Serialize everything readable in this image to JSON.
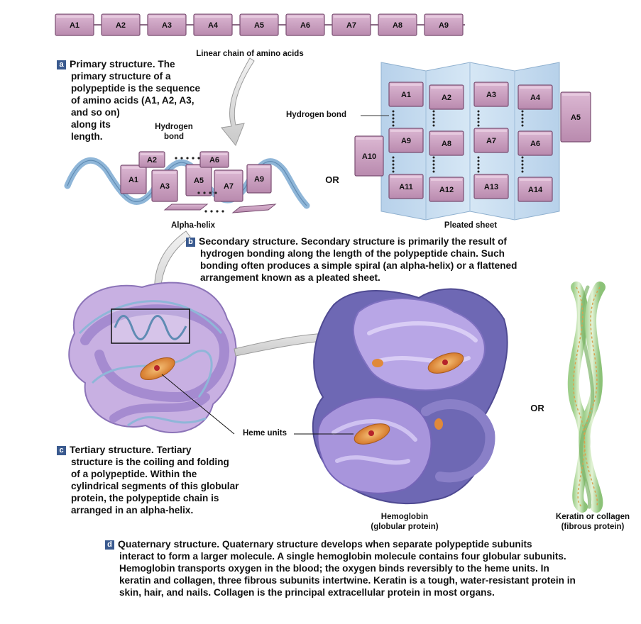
{
  "chain": [
    "A1",
    "A2",
    "A3",
    "A4",
    "A5",
    "A6",
    "A7",
    "A8",
    "A9"
  ],
  "labels": {
    "linear_chain": "Linear chain of amino acids",
    "hydrogen_bond_helix": "Hydrogen bond",
    "hydrogen_bond_sheet": "Hydrogen bond",
    "or1": "OR",
    "or2": "OR",
    "alpha_helix": "Alpha-helix",
    "pleated_sheet": "Pleated sheet",
    "heme_units": "Heme units",
    "hemoglobin": "Hemoglobin",
    "hemoglobin_sub": "(globular protein)",
    "keratin": "Keratin or collagen",
    "keratin_sub": "(fibrous protein)"
  },
  "helix_blocks": [
    "A1",
    "A2",
    "A3",
    "A5",
    "A6",
    "A7",
    "A9"
  ],
  "sheet": {
    "row1": [
      "A1",
      "A2",
      "A3",
      "A4"
    ],
    "row2": [
      "A9",
      "A8",
      "A7",
      "A6"
    ],
    "row3": [
      "A11",
      "A12",
      "A13",
      "A14"
    ],
    "side_right": "A5",
    "side_left": "A10"
  },
  "sections": {
    "a": {
      "tag": "a",
      "title": "Primary structure.",
      "lines": [
        "The",
        "primary structure of a",
        "polypeptide is the sequence",
        "of amino acids (A1, A2, A3,",
        "and so on)",
        "along its",
        "length."
      ]
    },
    "b": {
      "tag": "b",
      "title": "Secondary structure.",
      "lines": [
        "Secondary structure is primarily the result of",
        "hydrogen bonding along the length of the polypeptide chain. Such",
        "bonding often produces a simple spiral (an alpha-helix) or a flattened",
        "arrangement known as a pleated sheet."
      ]
    },
    "c": {
      "tag": "c",
      "title": "Tertiary structure.",
      "lines": [
        "Tertiary",
        "structure is the coiling and folding",
        "of a polypeptide. Within the",
        "cylindrical segments of this globular",
        "protein, the polypeptide chain is",
        "arranged in an alpha-helix."
      ]
    },
    "d": {
      "tag": "d",
      "title": "Quaternary structure.",
      "lines": [
        "Quaternary structure develops when separate polypeptide subunits",
        "interact to form a larger molecule. A single hemoglobin molecule contains four globular subunits.",
        "Hemoglobin transports oxygen in the blood; the oxygen binds reversibly to the heme units. In",
        "keratin and collagen, three fibrous subunits intertwine. Keratin is a tough, water-resistant protein in",
        "skin, hair, and nails. Collagen is the principal extracellular protein in most organs."
      ]
    }
  },
  "colors": {
    "block_fill": "#c79bbd",
    "block_stroke": "#7a4e72",
    "sheet_bg": "#c5dcef",
    "helix_ribbon": "#8fb6d8",
    "tube_light": "#c4a8e0",
    "tube_dark": "#6b64b0",
    "heme": "#e0893a",
    "tag_bg": "#3a5a8f"
  }
}
